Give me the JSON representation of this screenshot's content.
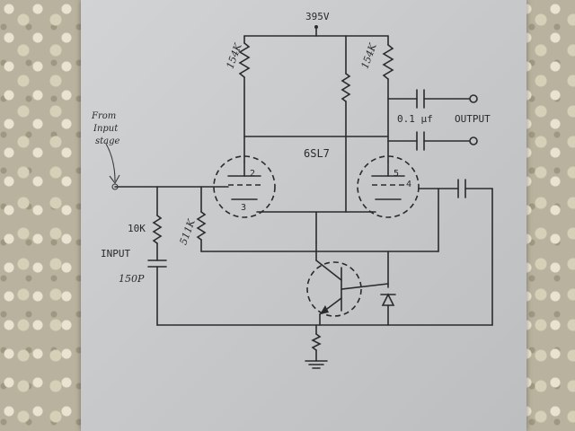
{
  "supply": {
    "voltage": "395V"
  },
  "tube": {
    "type": "6SL7",
    "pin2": "2",
    "pin3": "3",
    "pin5": "5",
    "pin4": "4"
  },
  "resistors": {
    "left_plate": "154K",
    "right_plate": "154K",
    "grid": "10K",
    "cathode": "511K"
  },
  "capacitors": {
    "output": "0.1 µf",
    "input": "150P"
  },
  "labels": {
    "from_input_line1": "From",
    "from_input_line2": "Input",
    "from_input_line3": "stage",
    "input": "INPUT",
    "output": "OUTPUT"
  },
  "colors": {
    "paper": "#c9cbcc",
    "ink": "#2b2b2b",
    "doily": "#e9e4d2"
  }
}
